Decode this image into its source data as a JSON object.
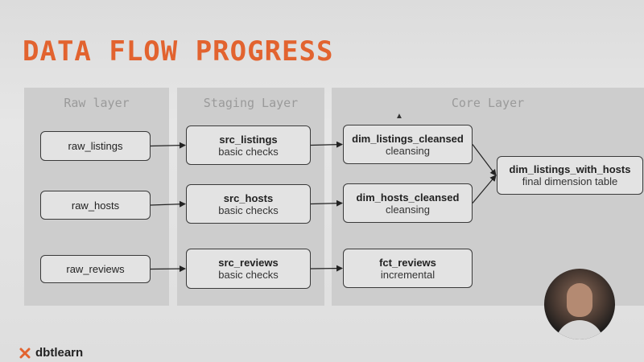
{
  "title": "DATA FLOW PROGRESS",
  "layers": {
    "raw": "Raw layer",
    "staging": "Staging Layer",
    "core": "Core Layer"
  },
  "nodes": {
    "raw_listings": {
      "name": "raw_listings"
    },
    "raw_hosts": {
      "name": "raw_hosts"
    },
    "raw_reviews": {
      "name": "raw_reviews"
    },
    "src_listings": {
      "name": "src_listings",
      "sub": "basic checks"
    },
    "src_hosts": {
      "name": "src_hosts",
      "sub": "basic checks"
    },
    "src_reviews": {
      "name": "src_reviews",
      "sub": "basic checks"
    },
    "dim_listings_cleansed": {
      "name": "dim_listings_cleansed",
      "sub": "cleansing"
    },
    "dim_hosts_cleansed": {
      "name": "dim_hosts_cleansed",
      "sub": "cleansing"
    },
    "fct_reviews": {
      "name": "fct_reviews",
      "sub": "incremental"
    },
    "dim_listings_with_hosts": {
      "name": "dim_listings_with_hosts",
      "sub": "final dimension table"
    }
  },
  "edges": [
    [
      "raw_listings",
      "src_listings"
    ],
    [
      "raw_hosts",
      "src_hosts"
    ],
    [
      "raw_reviews",
      "src_reviews"
    ],
    [
      "src_listings",
      "dim_listings_cleansed"
    ],
    [
      "src_hosts",
      "dim_hosts_cleansed"
    ],
    [
      "src_reviews",
      "fct_reviews"
    ],
    [
      "dim_listings_cleansed",
      "dim_listings_with_hosts"
    ],
    [
      "dim_hosts_cleansed",
      "dim_listings_with_hosts"
    ]
  ],
  "footer": {
    "brand": "dbtlearn"
  },
  "colors": {
    "title": "#e2632f",
    "logo": "#e2632f"
  }
}
